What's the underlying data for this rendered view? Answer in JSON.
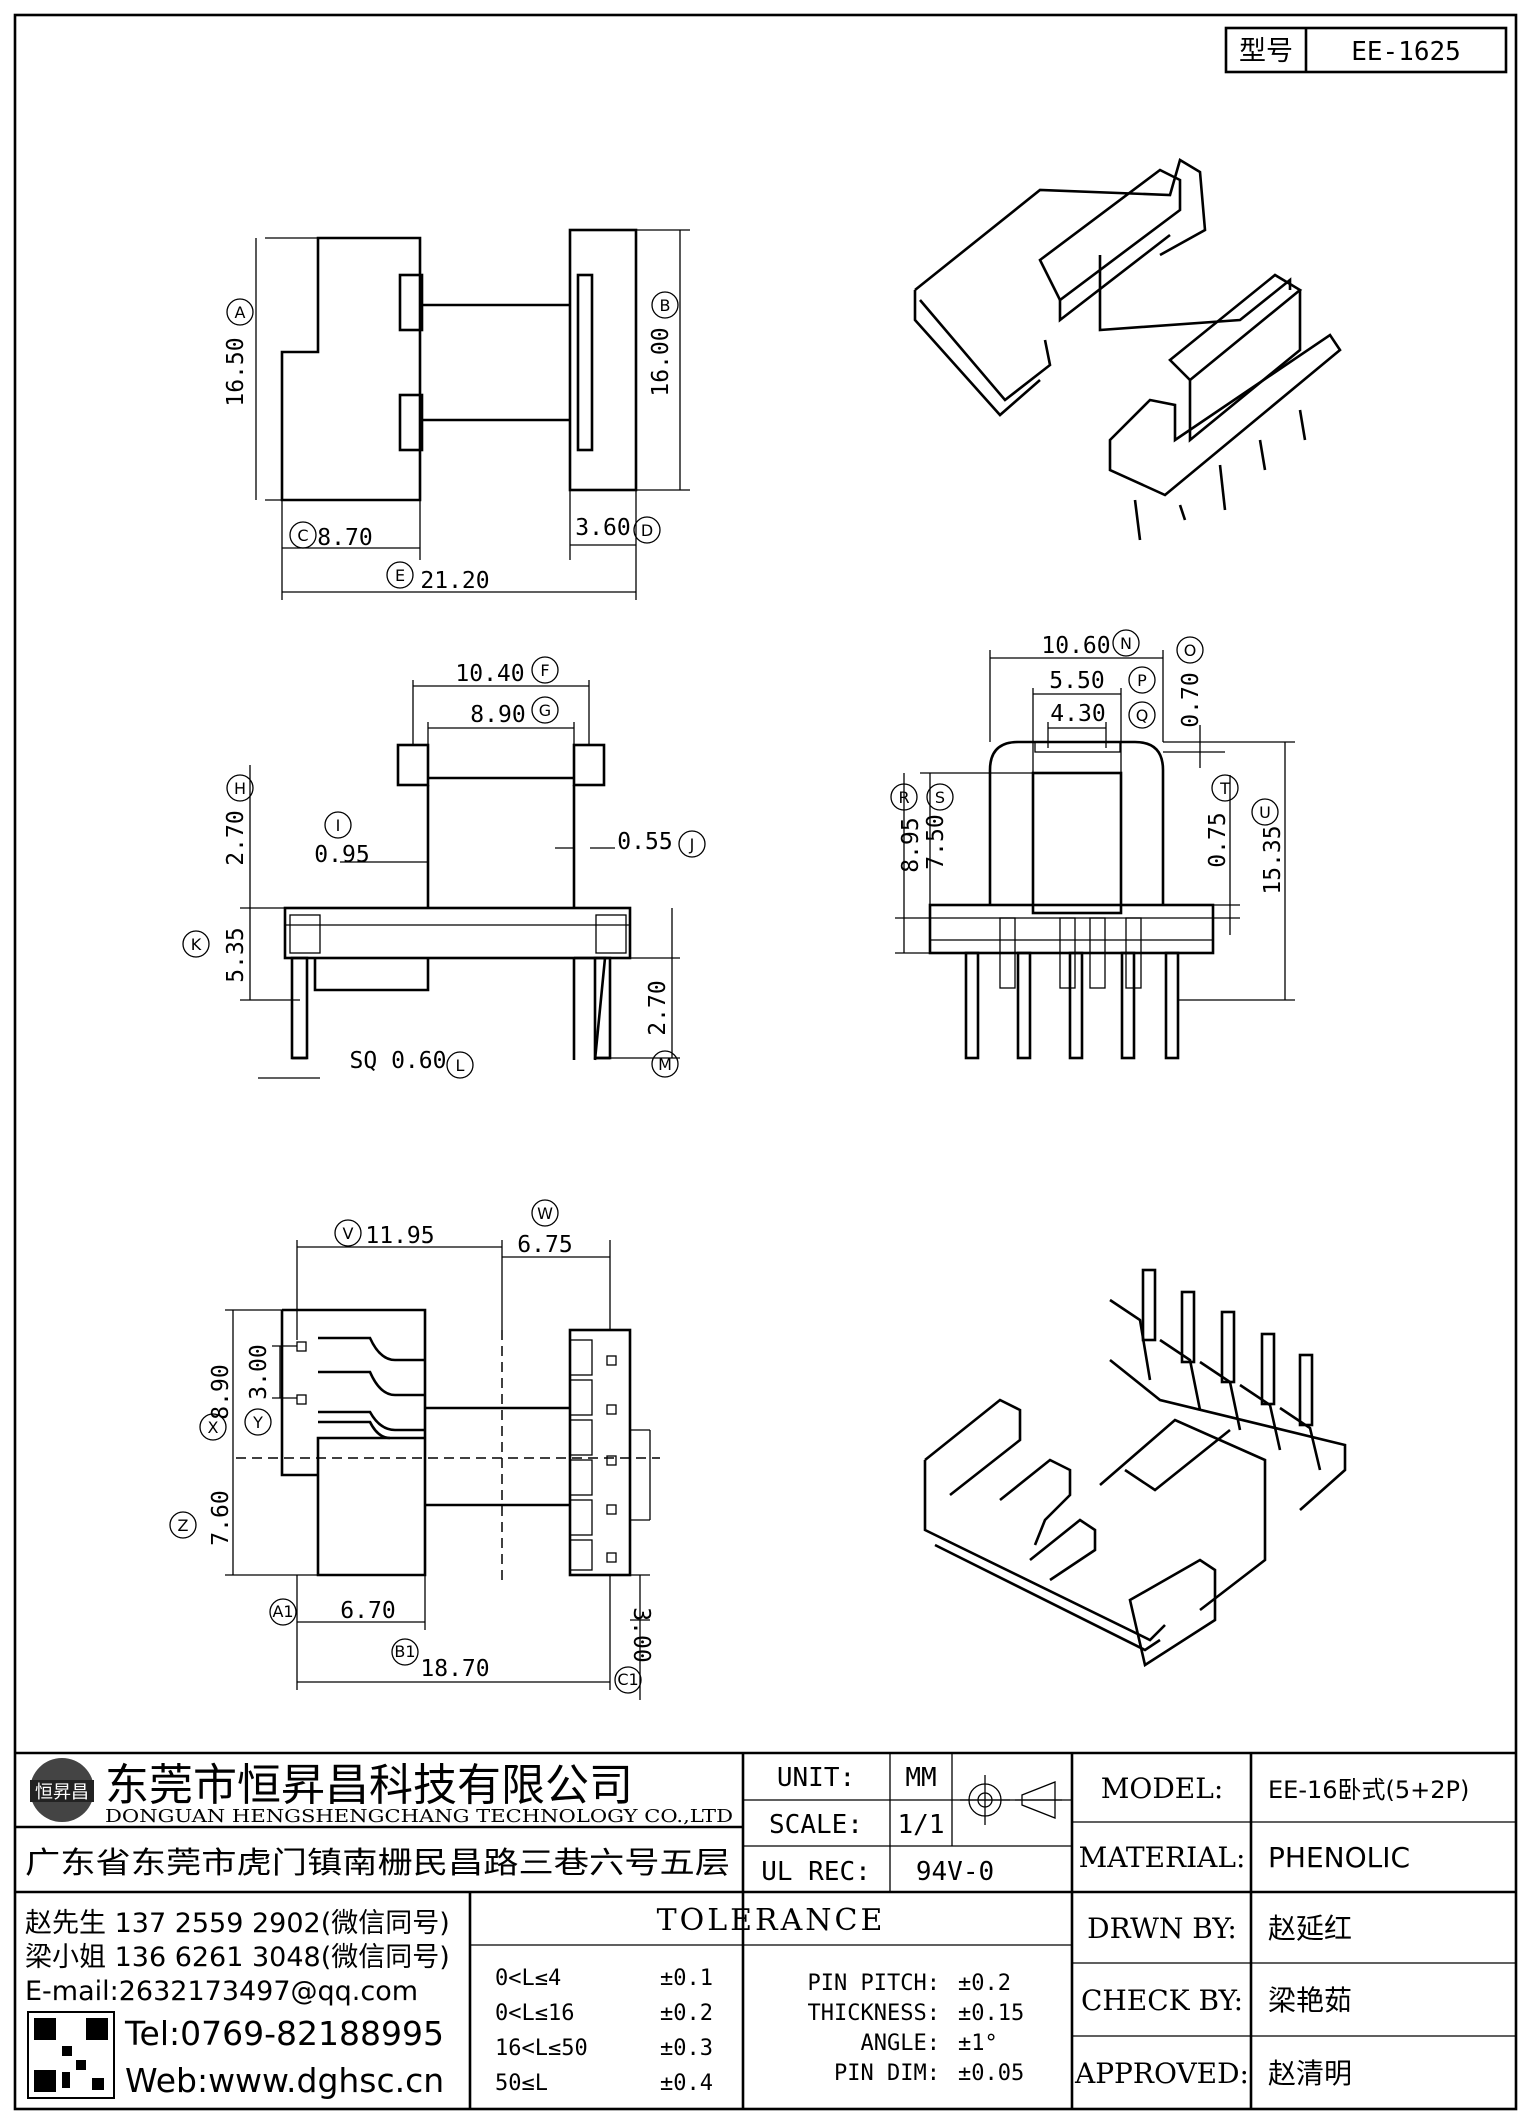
{
  "header": {
    "model_label": "型号",
    "model_value": "EE-1625"
  },
  "dims": {
    "a": "16.50",
    "b": "16.00",
    "c": "8.70",
    "d": "3.60",
    "e": "21.20",
    "f": "10.40",
    "g": "8.90",
    "h": "2.70",
    "i": "0.95",
    "j": "0.55",
    "k": "5.35",
    "l": "SQ 0.60",
    "m": "2.70",
    "n": "10.60",
    "o": "0.70",
    "p": "5.50",
    "q": "4.30",
    "r": "8.95",
    "s": "7.50",
    "t": "0.75",
    "u": "15.35",
    "v": "11.95",
    "w": "6.75",
    "x": "8.90",
    "y": "3.00",
    "z": "7.60",
    "a1": "6.70",
    "b1": "18.70",
    "c1": "3.00"
  },
  "markers": {
    "a": "A",
    "b": "B",
    "c": "C",
    "d": "D",
    "e": "E",
    "f": "F",
    "g": "G",
    "h": "H",
    "i": "I",
    "j": "J",
    "k": "K",
    "l": "L",
    "m": "M",
    "n": "N",
    "o": "O",
    "p": "P",
    "q": "Q",
    "r": "R",
    "s": "S",
    "t": "T",
    "u": "U",
    "v": "V",
    "w": "W",
    "x": "X",
    "y": "Y",
    "z": "Z",
    "a1": "A1",
    "b1": "B1",
    "c1": "C1"
  },
  "company": {
    "logo_text": "恒昇昌",
    "name_cn": "东莞市恒昇昌科技有限公司",
    "name_en": "DONGUAN HENGSHENGCHANG TECHNOLOGY CO.,LTD",
    "address": "广东省东莞市虎门镇南栅民昌路三巷六号五层",
    "contact1": "赵先生 137 2559 2902(微信同号)",
    "contact2": "梁小姐 136 6261 3048(微信同号)",
    "email": "E-mail:2632173497@qq.com",
    "tel": "Tel:0769-82188995",
    "web": "Web:www.dghsc.cn"
  },
  "specs": {
    "unit_label": "UNIT:",
    "unit_value": "MM",
    "scale_label": "SCALE:",
    "scale_value": "1/1",
    "ulrec_label": "UL REC:",
    "ulrec_value": "94V-0"
  },
  "tolerance": {
    "title": "TOLERANCE",
    "rows": [
      {
        "range": "0<L≤4",
        "value": "±0.1"
      },
      {
        "range": "0<L≤16",
        "value": "±0.2"
      },
      {
        "range": "16<L≤50",
        "value": "±0.3"
      },
      {
        "range": "50≤L",
        "value": "±0.4"
      }
    ],
    "extra": [
      {
        "label": "PIN PITCH:",
        "value": "±0.2"
      },
      {
        "label": "THICKNESS:",
        "value": "±0.15"
      },
      {
        "label": "ANGLE:",
        "value": "±1°"
      },
      {
        "label": "PIN DIM:",
        "value": "±0.05"
      }
    ]
  },
  "info": {
    "model_label": "MODEL:",
    "model_value": "EE-16卧式(5+2P)",
    "material_label": "MATERIAL:",
    "material_value": "PHENOLIC",
    "drawn_label": "DRWN BY:",
    "drawn_value": "赵延红",
    "check_label": "CHECK BY:",
    "check_value": "梁艳茹",
    "approved_label": "APPROVED:",
    "approved_value": "赵清明"
  }
}
